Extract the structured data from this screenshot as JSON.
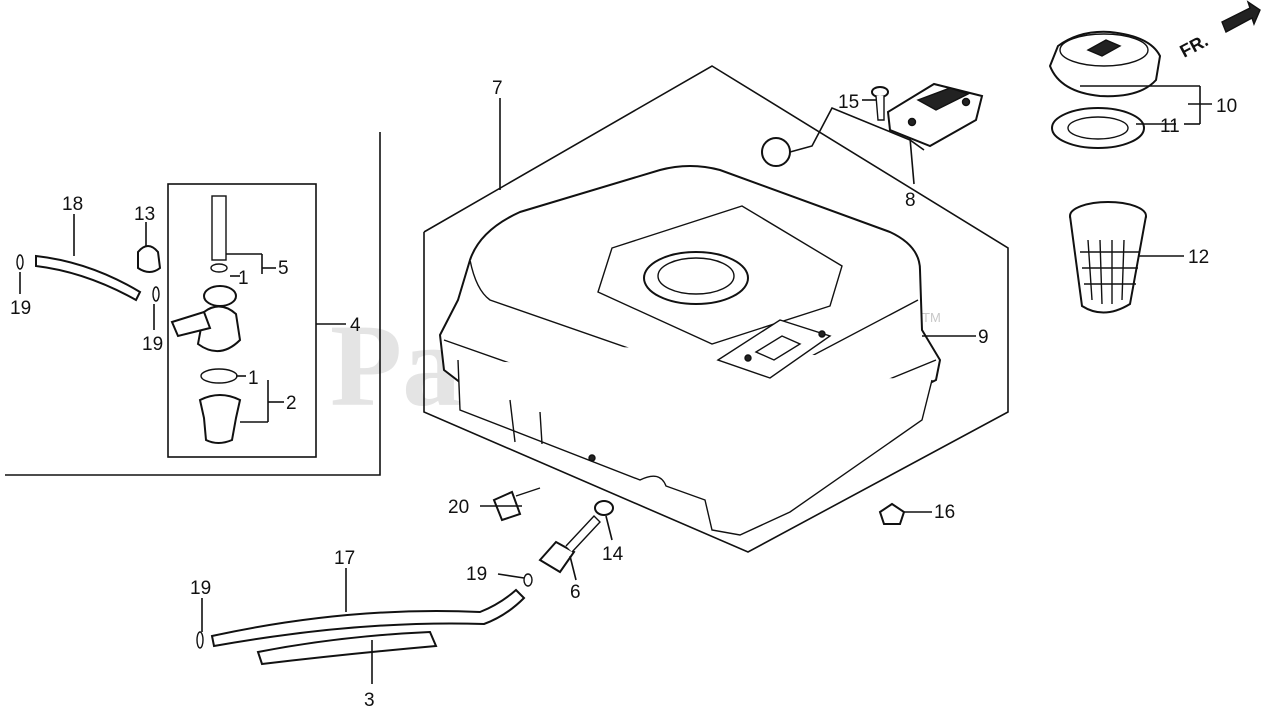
{
  "watermark": {
    "text": "PartsTree",
    "tm": "TM"
  },
  "direction": {
    "label": "FR."
  },
  "callouts": {
    "c1a": "1",
    "c1b": "1",
    "c2": "2",
    "c3": "3",
    "c4": "4",
    "c5": "5",
    "c6": "6",
    "c7": "7",
    "c8": "8",
    "c9": "9",
    "c10": "10",
    "c11": "11",
    "c12": "12",
    "c13": "13",
    "c14": "14",
    "c15": "15",
    "c16": "16",
    "c17": "17",
    "c18": "18",
    "c19a": "19",
    "c19b": "19",
    "c19c": "19",
    "c19d": "19",
    "c20": "20"
  },
  "colors": {
    "ink": "#111111",
    "watermark": "#cfcfcf",
    "background": "#ffffff"
  }
}
